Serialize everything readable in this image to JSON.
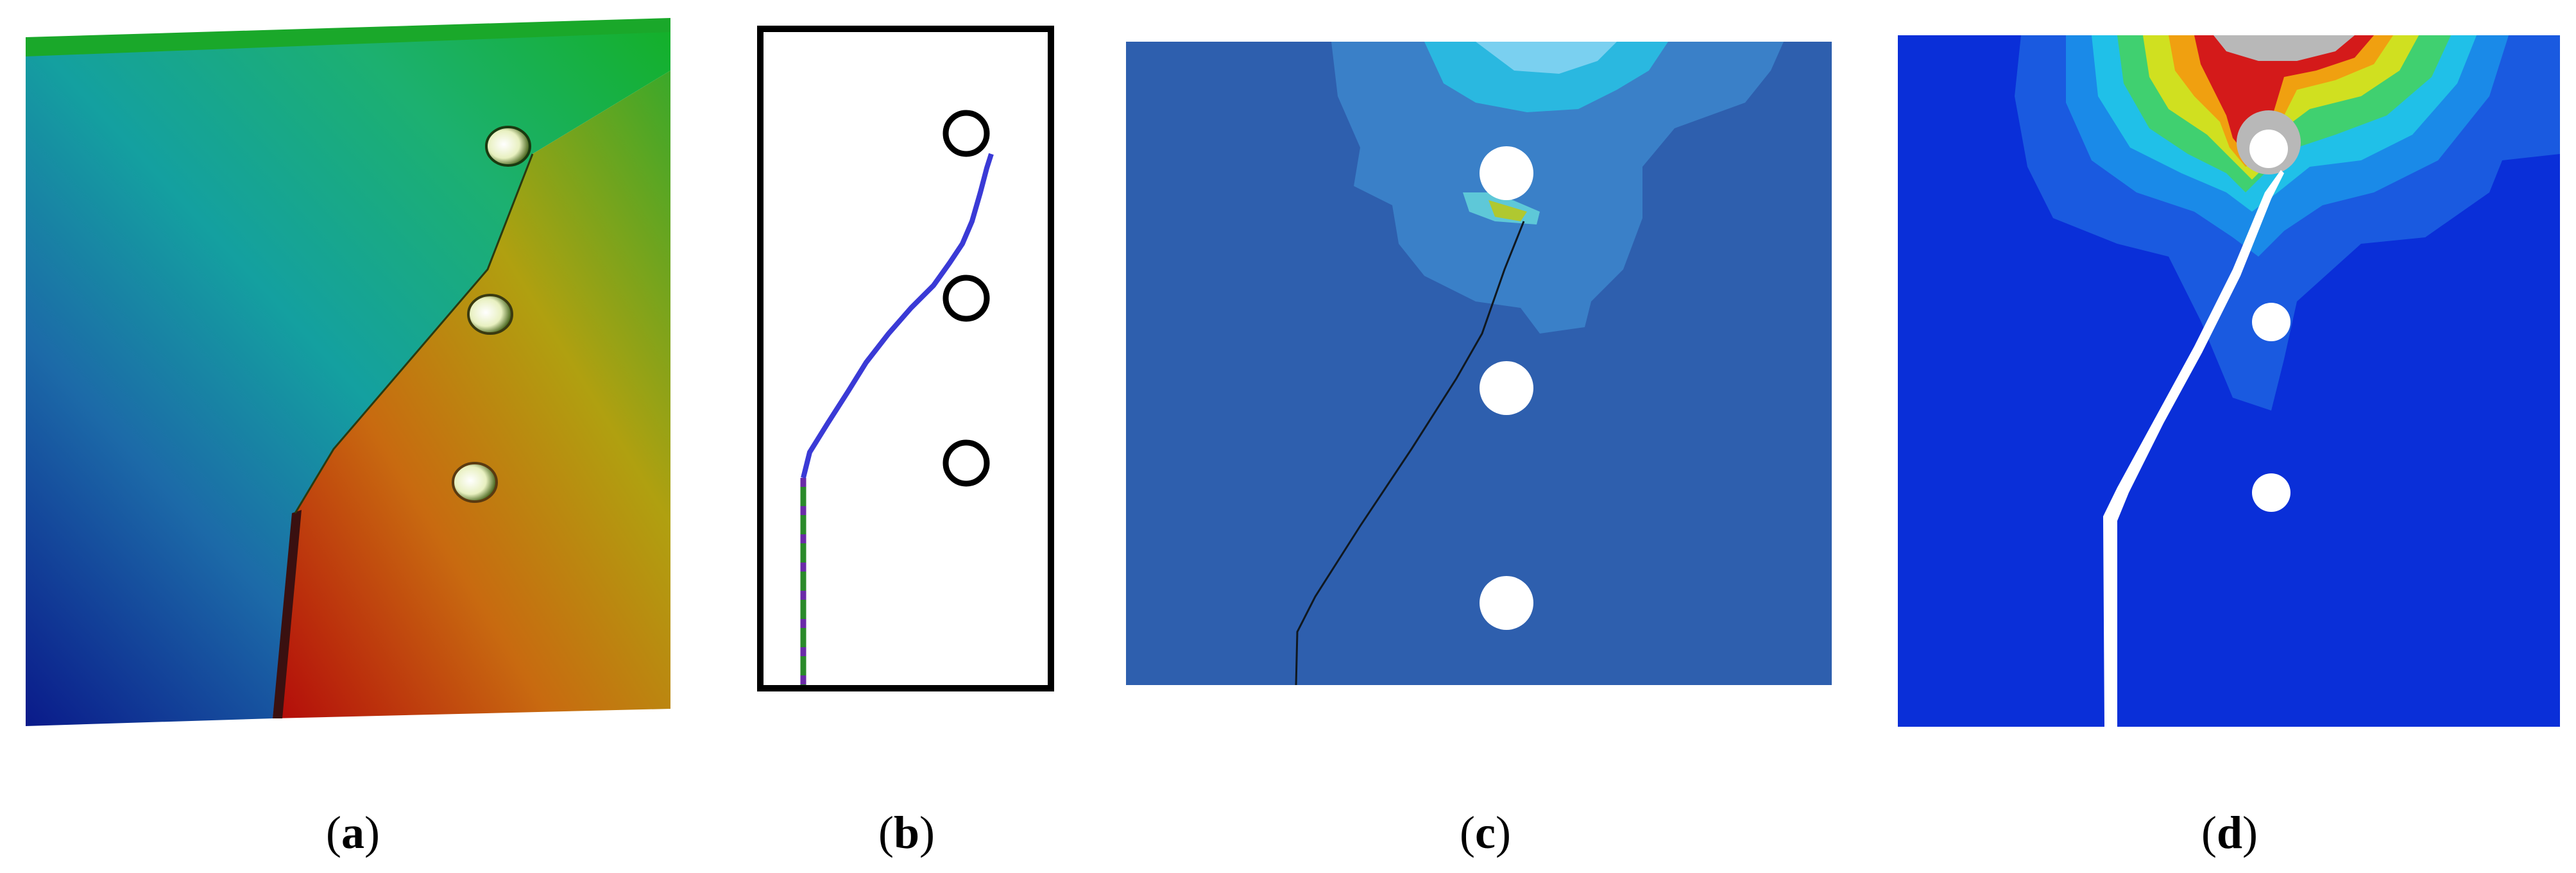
{
  "panels": [
    {
      "id": "a",
      "open": "(",
      "letter": "a",
      "close": ")"
    },
    {
      "id": "b",
      "open": "(",
      "letter": "b",
      "close": ")"
    },
    {
      "id": "c",
      "open": "(",
      "letter": "c",
      "close": ")"
    },
    {
      "id": "d",
      "open": "(",
      "letter": "d",
      "close": ")"
    }
  ],
  "colors": {
    "background": "#ffffff",
    "outline": "#000000",
    "crack_blue": "#3a3ad6",
    "field_c_base": "#2e5fae",
    "field_d_base": "#0a2fd8",
    "hole_fill": "#ffffff"
  }
}
